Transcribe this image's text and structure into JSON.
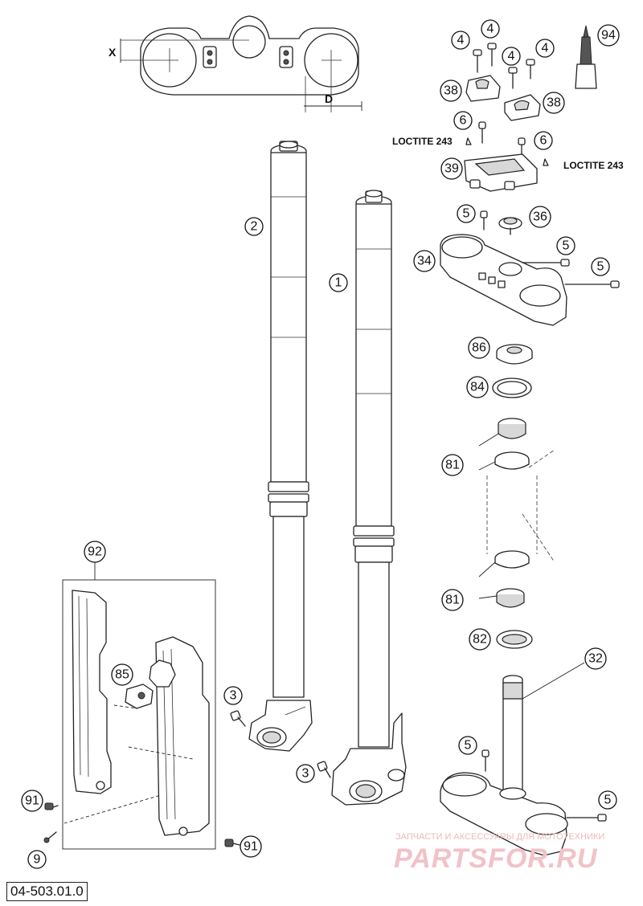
{
  "document_number": "04-503.01.0",
  "dimension_labels": {
    "x": "X",
    "d": "D"
  },
  "annotations": {
    "loctite_left": "LOCTITE 243",
    "loctite_right": "LOCTITE 243"
  },
  "watermark": {
    "tagline": "ЗАПЧАСТИ И АКСЕССУАРЫ ДЛЯ МОТОТЕХНИКИ",
    "brand": "PARTSFOR.RU"
  },
  "callouts": {
    "c1": "1",
    "c2": "2",
    "c3a": "3",
    "c3b": "3",
    "c4a": "4",
    "c4b": "4",
    "c4c": "4",
    "c4d": "4",
    "c5a": "5",
    "c5b": "5",
    "c5c": "5",
    "c5d": "5",
    "c5e": "5",
    "c6a": "6",
    "c6b": "6",
    "c9": "9",
    "c32": "32",
    "c34": "34",
    "c36": "36",
    "c38a": "38",
    "c38b": "38",
    "c39": "39",
    "c81a": "81",
    "c81b": "81",
    "c82": "82",
    "c84": "84",
    "c85": "85",
    "c86": "86",
    "c91a": "91",
    "c91b": "91",
    "c92": "92",
    "c94": "94"
  }
}
